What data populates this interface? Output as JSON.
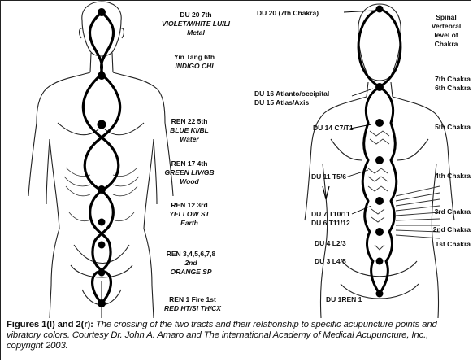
{
  "left_labels": [
    {
      "l1": "DU 20 7th",
      "l2": "VIOLET/WHITE LU/LI",
      "l3": "Metal"
    },
    {
      "l1": "Yin Tang 6th",
      "l2": "INDIGO CHI",
      "l3": ""
    },
    {
      "l1": "REN 22 5th",
      "l2": "BLUE KI/BL",
      "l3": "Water"
    },
    {
      "l1": "REN 17 4th",
      "l2": "GREEN LIV/GB",
      "l3": "Wood"
    },
    {
      "l1": "REN 12 3rd",
      "l2": "YELLOW ST",
      "l3": "Earth"
    },
    {
      "l1": "REN 3,4,5,6,7,8",
      "l2": "2nd",
      "l3": "ORANGE SP"
    },
    {
      "l1": "REN 1 Fire 1st",
      "l2": "RED HT/SI TH/CX",
      "l3": ""
    }
  ],
  "right_points": [
    "DU 20 (7th Chakra)",
    "DU 16 Atlanto/occipital",
    "DU 15 Atlas/Axis",
    "DU 14 C7/T1",
    "DU 11 T5/6",
    "DU 7 T10/11",
    "DU 6 T11/12",
    "DU 4 L2/3",
    "DU 3 L4/5",
    "DU 1REN 1"
  ],
  "right_header": [
    "Spinal",
    "Vertebral",
    "level of",
    "Chakra"
  ],
  "chakra_labels": [
    "7th Chakra",
    "6th Chakra",
    "5th Chakra",
    "4th Chakra",
    "3rd Chakra",
    "2nd Chakra",
    "1st Chakra"
  ],
  "caption": {
    "bold": "Figures 1(l) and 2(r):",
    "text": " The crossing of the two tracts and their relationship to specific acupuncture points and vibratory colors. Courtesy Dr. John A. Amaro and The international Academy of Medical Acupuncture, Inc., copyright 2003."
  }
}
